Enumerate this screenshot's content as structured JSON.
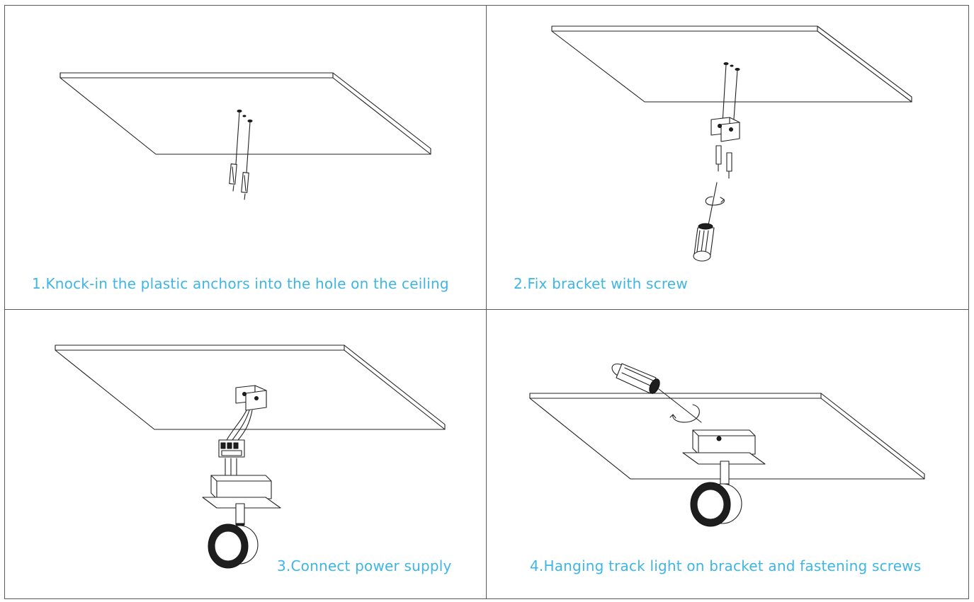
{
  "colors": {
    "caption": "#3fb5e6",
    "line": "#222222",
    "grid": "#5a5a5a"
  },
  "steps": [
    {
      "caption": "1.Knock-in the plastic anchors into the hole on the ceiling"
    },
    {
      "caption": "2.Fix bracket with screw"
    },
    {
      "caption": "3.Connect power supply"
    },
    {
      "caption": "4.Hanging track light on bracket and fastening screws"
    }
  ],
  "icons": [
    "ceiling-panel",
    "plastic-anchor",
    "screw",
    "bracket",
    "screwdriver",
    "rotation-arrow",
    "wire-connector",
    "junction-box",
    "track-light"
  ]
}
